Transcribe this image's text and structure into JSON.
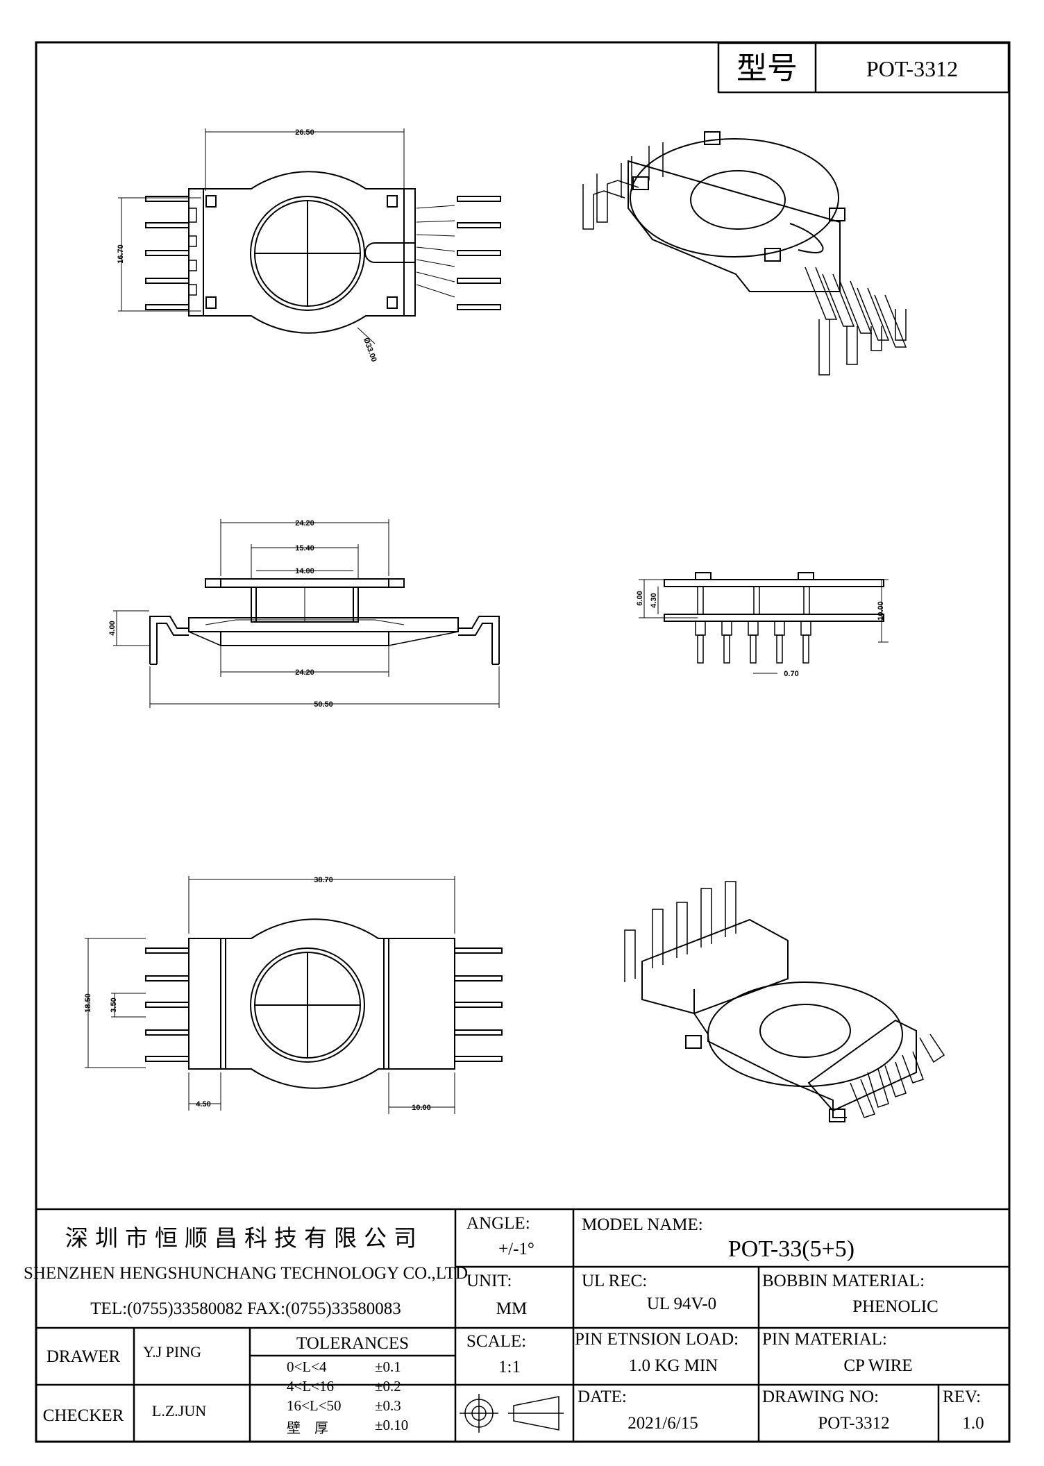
{
  "model_box": {
    "label": "型号",
    "value": "POT-3312"
  },
  "views": {
    "top": {
      "width_dim": "26.50",
      "height_dim": "16.70",
      "diameter_dim": "Ø33.00"
    },
    "front": {
      "top_dim": "24.20",
      "mid_dim": "15.40",
      "inner_dim": "14.00",
      "left_dim": "4.00",
      "bottom_dim": "24.20",
      "total_dim": "50.50"
    },
    "side": {
      "dim_a": "6.00",
      "dim_b": "4.30",
      "height_dim": "10.00",
      "pin_dim": "0.70"
    },
    "bottom": {
      "width_dim": "38.70",
      "height_dim": "18.50",
      "pitch_dim": "3.50",
      "left_dim": "4.50",
      "right_dim": "10.00"
    }
  },
  "title_block": {
    "company_cn": "深圳市恒顺昌科技有限公司",
    "company_en": "SHENZHEN HENGSHUNCHANG TECHNOLOGY CO.,LTD",
    "contact": "TEL:(0755)33580082 FAX:(0755)33580083",
    "angle_label": "ANGLE:",
    "angle_value": "+/-1°",
    "unit_label": "UNIT:",
    "unit_value": "MM",
    "scale_label": "SCALE:",
    "scale_value": "1:1",
    "model_name_label": "MODEL NAME:",
    "model_name_value": "POT-33(5+5)",
    "ul_label": "UL REC:",
    "ul_value": "UL 94V-0",
    "bobbin_label": "BOBBIN MATERIAL:",
    "bobbin_value": "PHENOLIC",
    "pin_load_label": "PIN ETNSION LOAD:",
    "pin_load_value": "1.0 KG MIN",
    "pin_material_label": "PIN MATERIAL:",
    "pin_material_value": "CP WIRE",
    "date_label": "DATE:",
    "date_value": "2021/6/15",
    "drawing_no_label": "DRAWING NO:",
    "drawing_no_value": "POT-3312",
    "rev_label": "REV:",
    "rev_value": "1.0",
    "drawer_label": "DRAWER",
    "drawer_value": "Y.J PING",
    "checker_label": "CHECKER",
    "checker_value": "L.Z.JUN",
    "tolerances_label": "TOLERANCES",
    "tolerances": [
      {
        "range": "0<L<4",
        "value": "±0.1"
      },
      {
        "range": "4<L<16",
        "value": "±0.2"
      },
      {
        "range": "16<L<50",
        "value": "±0.3"
      },
      {
        "range": "壁　厚",
        "value": "±0.10"
      }
    ]
  }
}
